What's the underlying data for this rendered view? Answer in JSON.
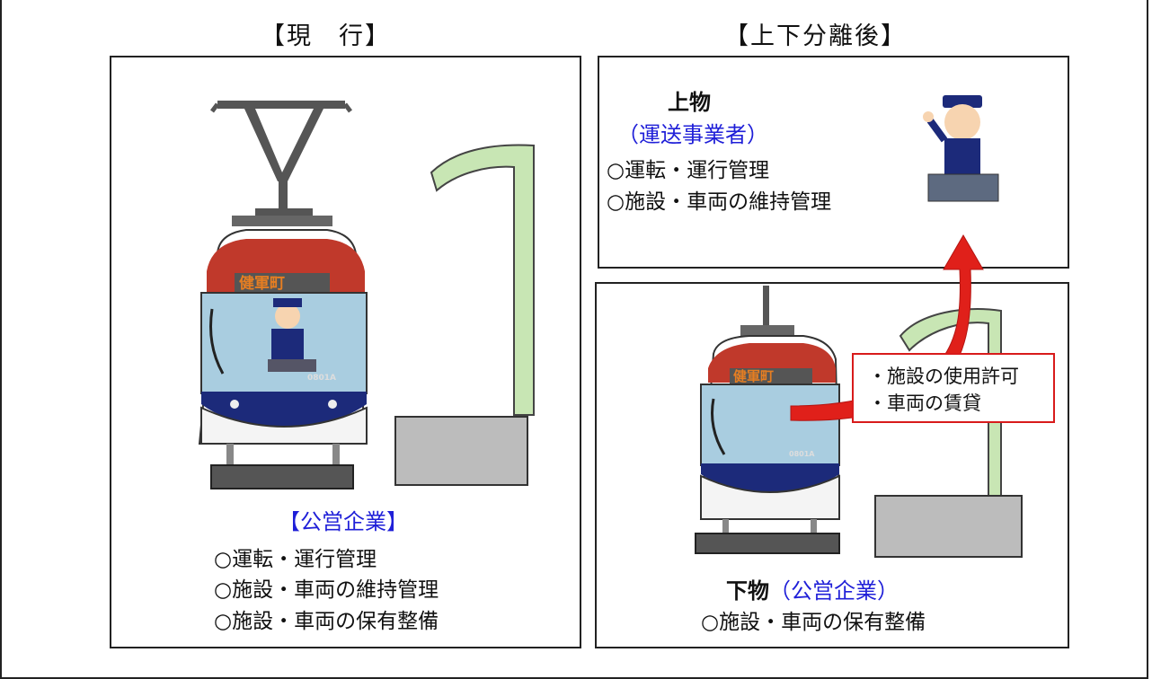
{
  "headings": {
    "current": "【現　行】",
    "after": "【上下分離後】"
  },
  "current_panel": {
    "entity": "【公営企業】",
    "items": [
      "○運転・運行管理",
      "○施設・車両の維持管理",
      "○施設・車両の保有整備"
    ]
  },
  "upper_panel": {
    "title": "上物",
    "entity": "（運送事業者）",
    "items": [
      "○運転・運行管理",
      "○施設・車両の維持管理"
    ]
  },
  "lower_panel": {
    "title": "下物",
    "entity": "（公営企業）",
    "items": [
      "○施設・車両の保有整備"
    ]
  },
  "callout": {
    "items": [
      "・施設の使用許可",
      "・車両の賃貸"
    ]
  },
  "tram": {
    "destination_sign": "健軍町",
    "car_number": "0801A"
  },
  "colors": {
    "entity_text": "#1f1fd8",
    "arrow": "#e0201a",
    "pole": "#c8e6b4",
    "tram_body": "#c0392b",
    "tram_window": "#a9cde0",
    "tram_skirt": "#1c2a7a"
  }
}
